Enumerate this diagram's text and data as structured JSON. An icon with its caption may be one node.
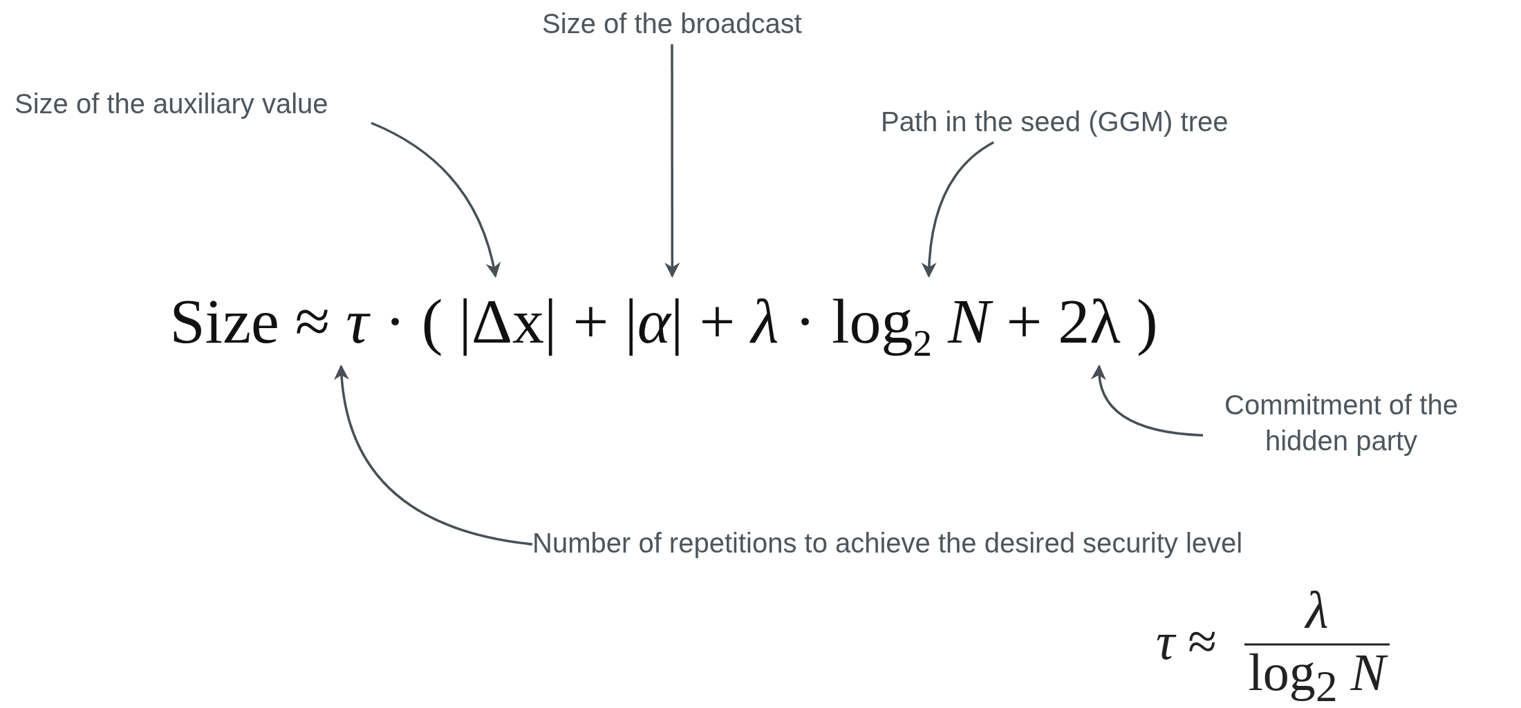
{
  "diagram": {
    "nodes": [
      {
        "text": [
          "Size of the broadcast"
        ]
      },
      {
        "text": [
          "Size of the auxiliary value"
        ]
      },
      {
        "text": [
          "Path in the seed (GGM) tree"
        ]
      },
      {
        "text": [
          "Size ≈ *τ* · ( |Δx| + |*α*| + *λ* · log$_{2}$ *N* + 2λ )"
        ]
      },
      {
        "text": [
          "Commitment of the hidden party"
        ]
      },
      {
        "text": [
          "Number of repetitions to achieve the desired security level"
        ]
      }
    ],
    "edges": [
      {
        "from": 1,
        "to": 3,
        "arrow": "to"
      },
      {
        "from": 0,
        "to": 3,
        "arrow": "to"
      },
      {
        "from": 2,
        "to": 3,
        "arrow": "to"
      },
      {
        "from": 4,
        "to": 3,
        "arrow": "to"
      },
      {
        "from": 5,
        "to": 3,
        "arrow": "to"
      }
    ],
    "labels": [
      "*τ* ≈",
      "λ",
      "log$_{2}$ *N*"
    ]
  }
}
